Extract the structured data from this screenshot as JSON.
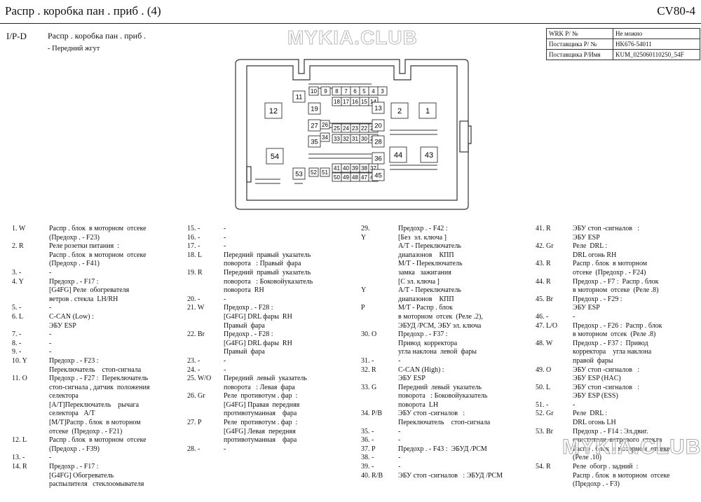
{
  "header": {
    "title": "Распр . коробка   пан . приб . (4)",
    "page_code": "CV80-4"
  },
  "connector": {
    "code": "I/P-D",
    "title": "Распр . коробка   пан . приб .",
    "subtitle": "- Передний  жгут",
    "pins": [
      "1",
      "2",
      "3",
      "4",
      "5",
      "6",
      "7",
      "8",
      "9",
      "10",
      "11",
      "12",
      "13",
      "14",
      "15",
      "16",
      "17",
      "18",
      "19",
      "20",
      "21",
      "22",
      "23",
      "24",
      "25",
      "26",
      "27",
      "28",
      "29",
      "30",
      "31",
      "32",
      "33",
      "34",
      "35",
      "36",
      "37",
      "38",
      "39",
      "40",
      "41",
      "42",
      "43",
      "44",
      "45",
      "46",
      "47",
      "48",
      "49",
      "50",
      "51",
      "52",
      "53",
      "54"
    ]
  },
  "watermarks": [
    "MYKIA.CLUB",
    "MYKIA.CLUB"
  ],
  "info_table": [
    {
      "key": "WRK P/ №",
      "value": "Не можно"
    },
    {
      "key": "Поставщика  P/ №",
      "value": "HK676-54011"
    },
    {
      "key": "Поставщика  P/Имя",
      "value": "KUM_025060110250_54F"
    }
  ],
  "columns": [
    [
      {
        "n": "1. W",
        "d": "Распр . блок  в моторном  отсеке\n(Предохр . - F23)"
      },
      {
        "n": "2. R",
        "d": "Реле розетки питания  :\nРаспр . блок  в моторном  отсеке\n(Предохр . - F41)"
      },
      {
        "n": "3. -",
        "d": "-"
      },
      {
        "n": "4. Y",
        "d": "Предохр . - F17 :\n[G4FG] Реле  обогревателя\nветров . стекла  LH/RH"
      },
      {
        "n": "5. -",
        "d": "-"
      },
      {
        "n": "6. L",
        "d": "C-CAN (Low) :\nЭБУ ESP"
      },
      {
        "n": "7. -",
        "d": "-"
      },
      {
        "n": "8. -",
        "d": "-"
      },
      {
        "n": "9. -",
        "d": "-"
      },
      {
        "n": "10. Y",
        "d": "Предохр . - F23 :\nПереключатель    стоп-сигнала"
      },
      {
        "n": "11. O",
        "d": "Предохр . - F27 :  Переключатель\nстоп-сигнала , датчик  положения\nселектора\n[A/T]Переключатель    рычага\nселектора   A/T\n[M/T]Распр . блок  в моторном\nотсеке  (Предохр . - F21)"
      },
      {
        "n": "12. L",
        "d": "Распр . блок  в моторном  отсеке\n(Предохр . - F39)"
      },
      {
        "n": "13. -",
        "d": "-"
      },
      {
        "n": "14. R",
        "d": "Предохр . - F17 :\n[G4FG] Обогреватель\nраспылителя   стеклоомывателя"
      }
    ],
    [
      {
        "n": "15. -",
        "d": "-"
      },
      {
        "n": "16. -",
        "d": "-"
      },
      {
        "n": "17. -",
        "d": "-"
      },
      {
        "n": "18. L",
        "d": "Передний  правый  указатель\nповорота   : Правый  фара"
      },
      {
        "n": "19. R",
        "d": "Передний  правый  указатель\nповорота   : Боковойуказатель\nповорота  RH"
      },
      {
        "n": "20. -",
        "d": "-"
      },
      {
        "n": "21. W",
        "d": "Предохр . - F28 :\n[G4FG] DRL фары  RH\nПравый  фара"
      },
      {
        "n": "22. Br",
        "d": "Предохр . - F28 :\n[G4FG] DRL фары  RH\nПравый  фара"
      },
      {
        "n": "23. -",
        "d": "-"
      },
      {
        "n": "24. -",
        "d": "-"
      },
      {
        "n": "25. W/O",
        "d": "Передний  левый  указатель\nповорота   : Левая  фара"
      },
      {
        "n": "26. Gr",
        "d": "Реле  противотум . фар  :\n[G4FG] Правая  передняя\nпротивотуманная    фара"
      },
      {
        "n": "27. P",
        "d": "Реле  противотум . фар  :\n[G4FG] Левая  передняя\nпротивотуманная    фара"
      },
      {
        "n": "28. -",
        "d": "-"
      }
    ],
    [
      {
        "n": "29.",
        "d": "Предохр . - F42 :"
      },
      {
        "n": "      Y",
        "d": "[Без  эл. ключа ]"
      },
      {
        "n": "",
        "d": "A/T - Переключатель\nдиапазонов    КПП"
      },
      {
        "n": "",
        "d": "M/T - Переключатель\nзамка   зажигания"
      },
      {
        "n": "",
        "d": "[С эл. ключа ]"
      },
      {
        "n": "      Y",
        "d": "A/T - Переключатель\nдиапазонов    КПП"
      },
      {
        "n": "      P",
        "d": "M/T - Распр . блок\nв моторном  отсек  (Реле .2),\nЭБУД /PCM, ЭБУ эл. ключа"
      },
      {
        "n": "30. O",
        "d": "Предохр . - F37 :\nПривод  корректора\nугла наклона  левой  фары"
      },
      {
        "n": "31. -",
        "d": "-"
      },
      {
        "n": "32. R",
        "d": "C-CAN (High) :\nЭБУ ESP"
      },
      {
        "n": "33. G",
        "d": "Передний  левый  указатель\nповорота   : Боковойуказатель\nповорота  LH"
      },
      {
        "n": "34. P/B",
        "d": "ЭБУ стоп -сигналов   :\nПереключатель    стоп-сигнала"
      },
      {
        "n": "35. -",
        "d": "-"
      },
      {
        "n": "36. -",
        "d": "-"
      },
      {
        "n": "37. P",
        "d": "Предохр . - F43 :  ЭБУД /PCM"
      },
      {
        "n": "38. -",
        "d": "-"
      },
      {
        "n": "39. -",
        "d": "-"
      },
      {
        "n": "40. R/B",
        "d": "ЭБУ стоп -сигналов   : ЭБУД /PCM"
      }
    ],
    [
      {
        "n": "41. R",
        "d": "ЭБУ стоп -сигналов   :\nЭБУ ESP"
      },
      {
        "n": "42. Gr",
        "d": "Реле  DRL :\nDRL огонь RH"
      },
      {
        "n": "43. R",
        "d": "Распр . блок  в моторном\nотсеке  (Предохр . - F24)"
      },
      {
        "n": "44. R",
        "d": "Предохр . - F7 :  Распр . блок\nв моторном  отсеке  (Реле .8)"
      },
      {
        "n": "45. Br",
        "d": "Предохр . - F29 :\nЭБУ ESP"
      },
      {
        "n": "46. -",
        "d": "-"
      },
      {
        "n": "47. L/O",
        "d": "Предохр . - F26 :  Распр . блок\nв моторном  отсек  (Реле .8)"
      },
      {
        "n": "48. W",
        "d": "Предохр . - F37 :  Привод\nкорректора    угла наклона\nправой  фары"
      },
      {
        "n": "49. O",
        "d": "ЭБУ стоп -сигналов   :\nЭБУ ESP (HAC)"
      },
      {
        "n": "50. L",
        "d": "ЭБУ стоп -сигналов   :\nЭБУ ESP (ESS)"
      },
      {
        "n": "51. -",
        "d": "-"
      },
      {
        "n": "52. Gr",
        "d": "Реле  DRL :\nDRL огонь LH"
      },
      {
        "n": "53. Br",
        "d": "Предохр . - F14 : Эл.двиг.\nочистителя  ветрового  стекла\nРаспр . блок  в моторном  отсеке\n(Реле .10)"
      },
      {
        "n": "54. R",
        "d": "Реле  обогр . задний  :\nРаспр . блок  в моторном  отсеке\n(Предохр . - F3)"
      }
    ]
  ]
}
